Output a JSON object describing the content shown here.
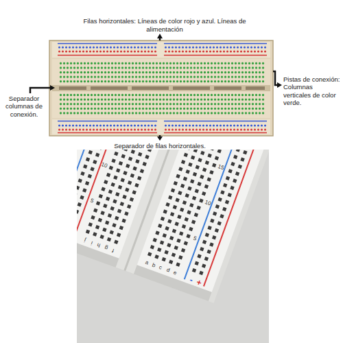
{
  "diagram": {
    "labels": [
      "Filas horizontales: Líneas de color rojo y azul. Líneas de alimentación",
      "Separador columnas de conexión.",
      "Pistas de conexión: Columnas verticales de color verde.",
      "Separador de filas horizontales.",
      "10",
      "5",
      "f",
      "g",
      "h",
      "i",
      "j",
      "a",
      "b",
      "c",
      "d",
      "e",
      "15",
      "10",
      "5",
      "-",
      "+"
    ]
  }
}
